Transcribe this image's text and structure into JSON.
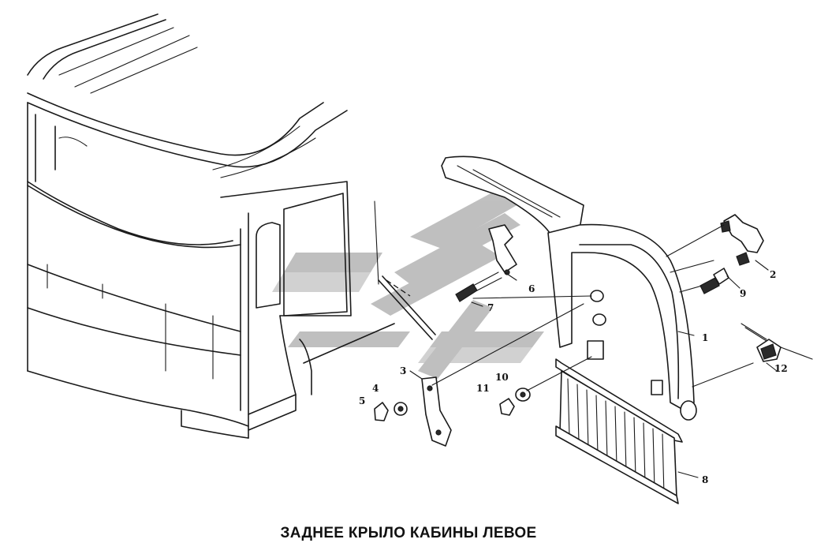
{
  "caption": "ЗАДНЕЕ КРЫЛО КАБИНЫ ЛЕВОЕ",
  "callouts": {
    "c1": "1",
    "c2": "2",
    "c3": "3",
    "c4": "4",
    "c5": "5",
    "c6": "6",
    "c7": "7",
    "c8": "8",
    "c9": "9",
    "c10": "10",
    "c11": "11",
    "c12": "12"
  },
  "colors": {
    "ink": "#1a1a1a",
    "watermark": "#b5b5b5",
    "background": "#ffffff"
  },
  "watermark_icon": "stylized-arrow-logo"
}
